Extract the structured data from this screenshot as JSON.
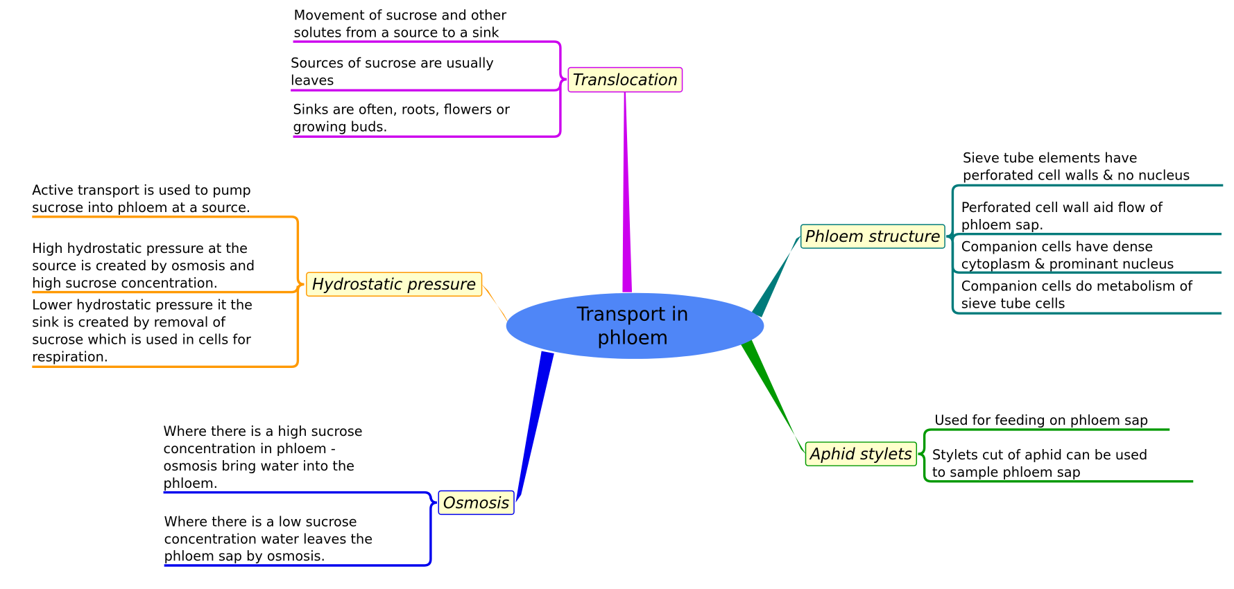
{
  "central": {
    "lines": [
      "Transport in",
      "phloem"
    ],
    "color": "#4f86f7"
  },
  "branches": [
    {
      "id": "translocation",
      "label": "Translocation",
      "color": "#cc00ee",
      "children": [
        {
          "lines": [
            "Movement of sucrose and other",
            "solutes from a source to a sink"
          ]
        },
        {
          "lines": [
            "Sources of sucrose are usually",
            "leaves"
          ]
        },
        {
          "lines": [
            "Sinks are often, roots, flowers or",
            "growing buds."
          ]
        }
      ]
    },
    {
      "id": "hydrostatic-pressure",
      "label": "Hydrostatic pressure",
      "color": "#ff9900",
      "children": [
        {
          "lines": [
            "Active transport is used to pump",
            "sucrose into phloem at a source."
          ]
        },
        {
          "lines": [
            "High hydrostatic pressure at the",
            "source is created by osmosis and",
            "high sucrose concentration."
          ]
        },
        {
          "lines": [
            "Lower hydrostatic pressure it the",
            "sink is created by removal of",
            "sucrose which is used in cells for",
            "respiration."
          ]
        }
      ]
    },
    {
      "id": "osmosis",
      "label": "Osmosis",
      "color": "#0000ee",
      "children": [
        {
          "lines": [
            "Where there is a high sucrose",
            "concentration in phloem -",
            "osmosis bring water into the",
            "phloem."
          ]
        },
        {
          "lines": [
            "Where there is a low sucrose",
            "concentration water leaves the",
            "phloem sap by osmosis."
          ]
        }
      ]
    },
    {
      "id": "phloem-structure",
      "label": "Phloem structure",
      "color": "#007b7b",
      "children": [
        {
          "lines": [
            "Sieve tube elements have",
            "perforated cell walls & no nucleus"
          ]
        },
        {
          "lines": [
            "Perforated cell wall aid flow of",
            "phloem sap."
          ]
        },
        {
          "lines": [
            "Companion cells have dense",
            "cytoplasm & prominant nucleus"
          ]
        },
        {
          "lines": [
            "Companion cells do metabolism of",
            "sieve tube cells"
          ]
        }
      ]
    },
    {
      "id": "aphid-stylets",
      "label": "Aphid stylets",
      "color": "#009900",
      "children": [
        {
          "lines": [
            "Used for feeding on phloem sap"
          ]
        },
        {
          "lines": [
            "Stylets cut of aphid can be used",
            "to sample phloem sap"
          ]
        }
      ]
    }
  ],
  "topic_fill": "#ffffcc"
}
